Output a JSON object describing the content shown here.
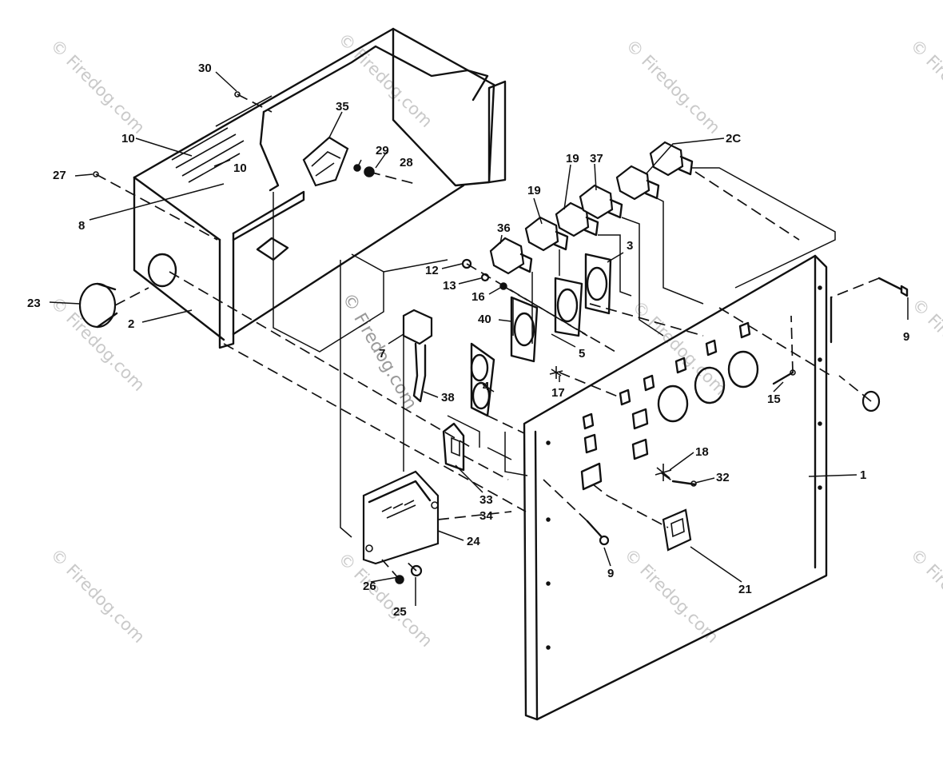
{
  "watermark": {
    "text": "© Firedog.com"
  },
  "callouts": {
    "c1": "1",
    "c2": "2",
    "c3": "3",
    "c4": "4",
    "c5": "5",
    "c7": "7",
    "c8": "8",
    "c9a": "9",
    "c9b": "9",
    "c10a": "10",
    "c10b": "10",
    "c12": "12",
    "c13": "13",
    "c15": "15",
    "c16": "16",
    "c17": "17",
    "c18": "18",
    "c19a": "19",
    "c19b": "19",
    "c20": "2C",
    "c21": "21",
    "c23": "23",
    "c24": "24",
    "c25": "25",
    "c26": "26",
    "c27": "27",
    "c28": "28",
    "c29": "29",
    "c30": "30",
    "c32": "32",
    "c33": "33",
    "c34": "34",
    "c35": "35",
    "c36": "36",
    "c37": "37",
    "c38": "38",
    "c40": "40"
  }
}
